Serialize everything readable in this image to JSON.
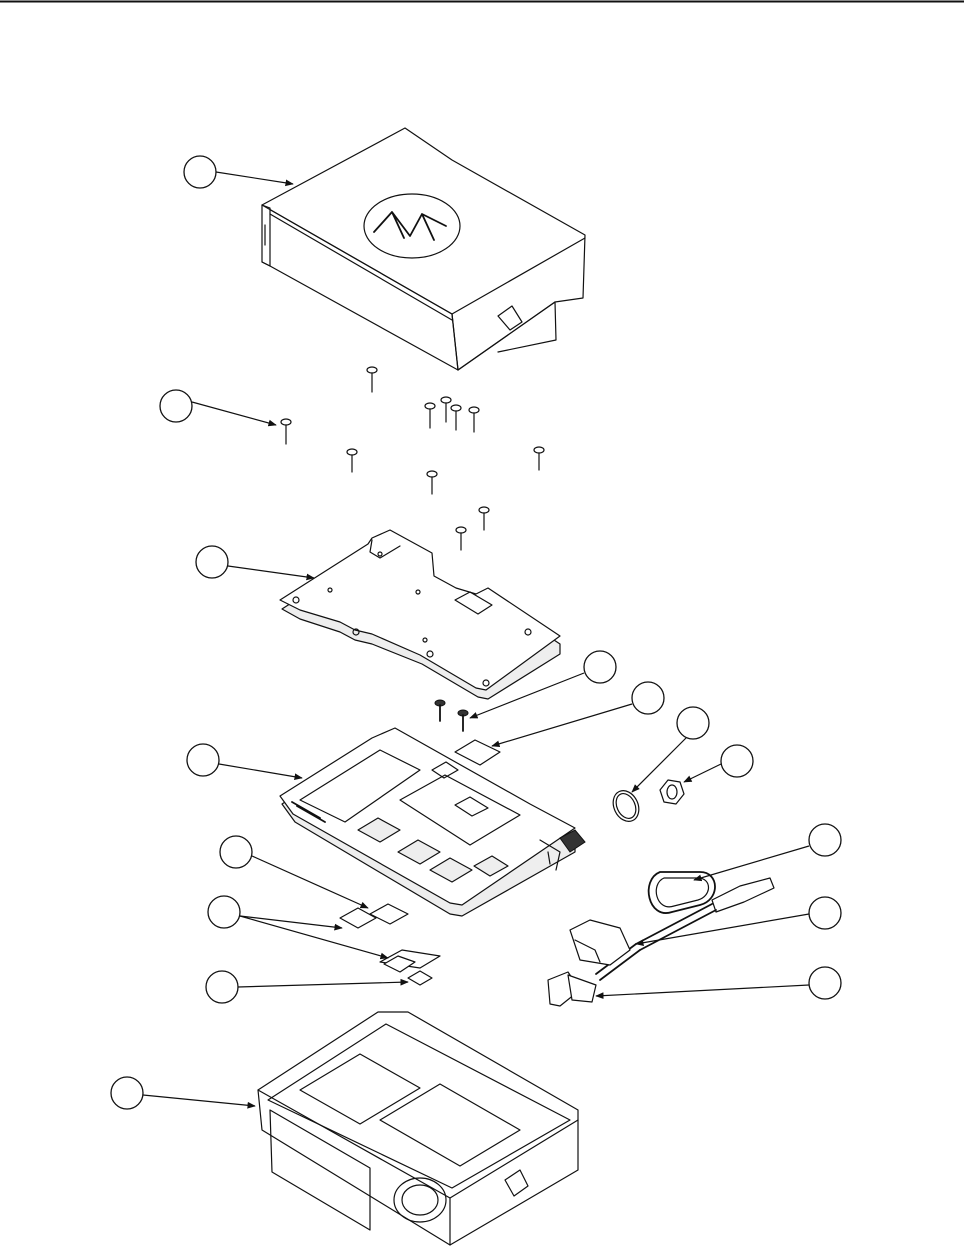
{
  "diagram": {
    "type": "exploded-assembly",
    "callouts": [
      {
        "id": "cover",
        "label": ""
      },
      {
        "id": "screws",
        "label": ""
      },
      {
        "id": "shield",
        "label": ""
      },
      {
        "id": "small-screws",
        "label": ""
      },
      {
        "id": "thermal-pad",
        "label": ""
      },
      {
        "id": "o-ring",
        "label": ""
      },
      {
        "id": "nut",
        "label": ""
      },
      {
        "id": "board",
        "label": ""
      },
      {
        "id": "pads-single",
        "label": ""
      },
      {
        "id": "pads-pair",
        "label": ""
      },
      {
        "id": "pad-small",
        "label": ""
      },
      {
        "id": "cable",
        "label": ""
      },
      {
        "id": "connector",
        "label": ""
      },
      {
        "id": "accessory-connector",
        "label": ""
      },
      {
        "id": "chassis",
        "label": ""
      }
    ]
  }
}
